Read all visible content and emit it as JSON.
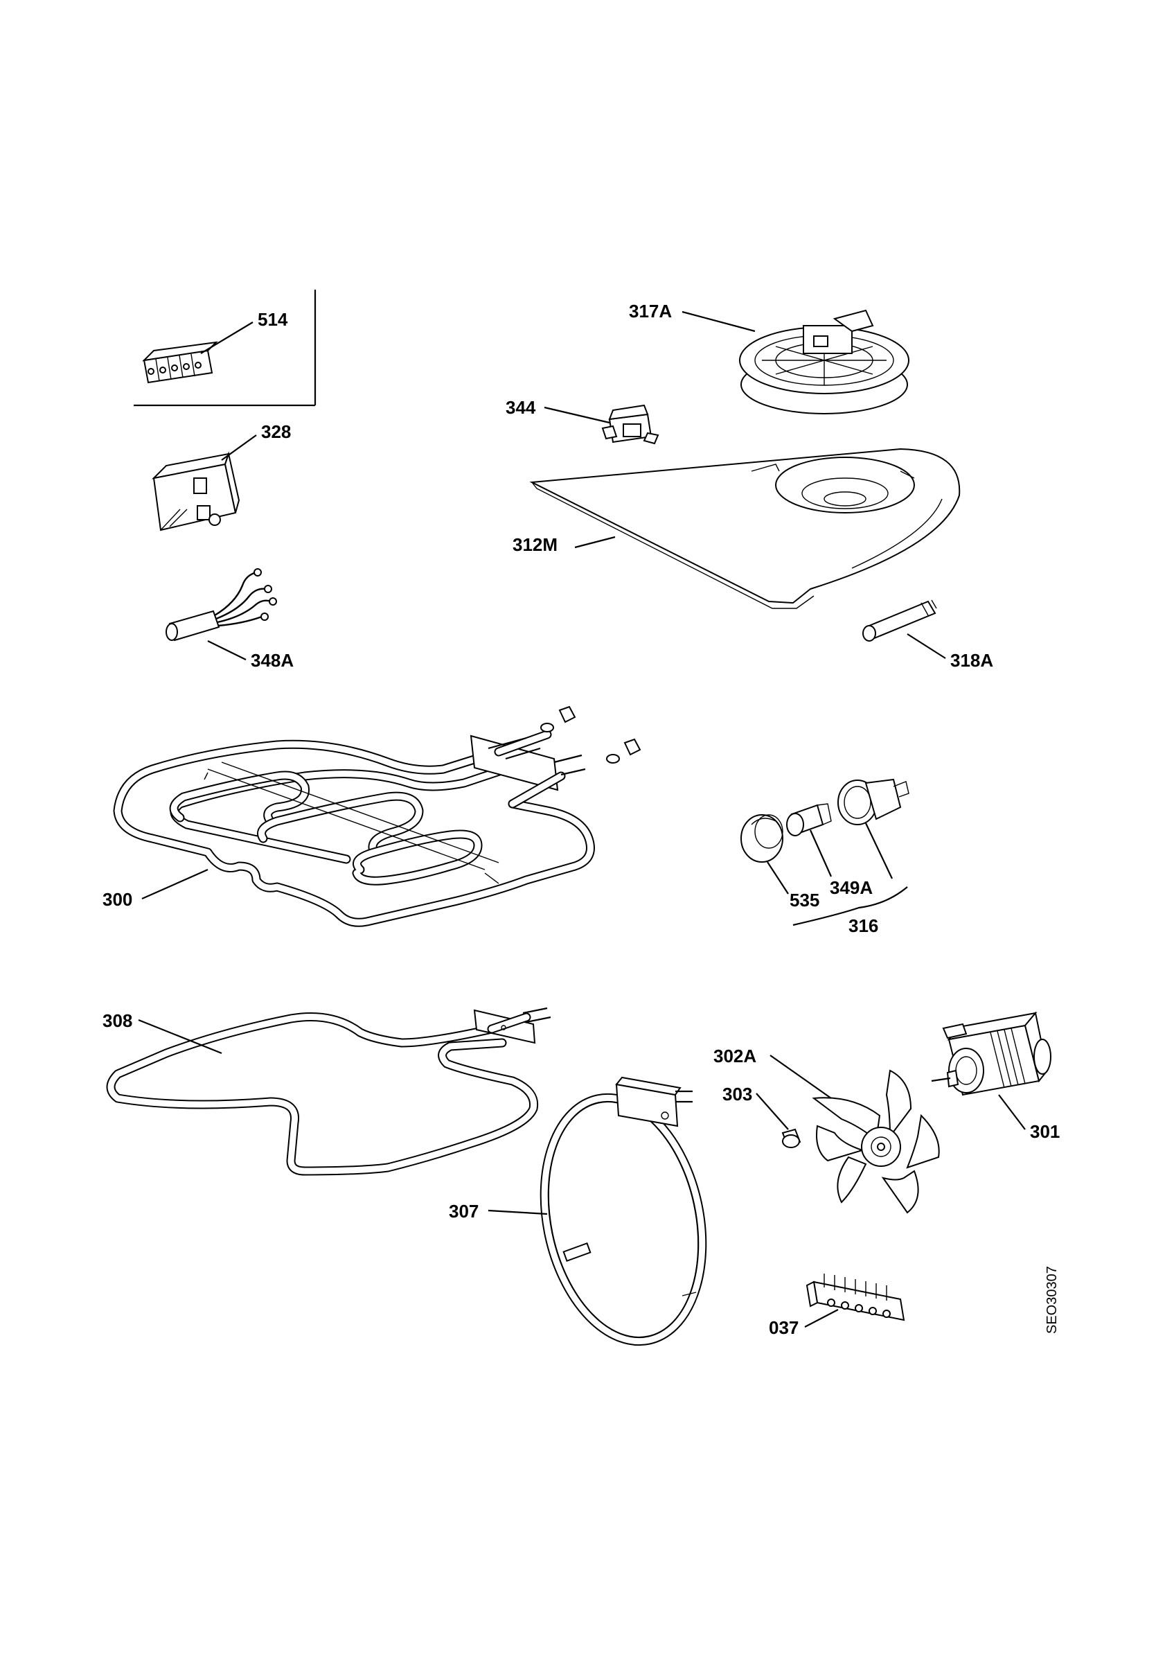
{
  "diagram": {
    "drawing_code": "SEO30307",
    "labels": {
      "l514": "514",
      "l328": "328",
      "l348A": "348A",
      "l317A": "317A",
      "l344": "344",
      "l312M": "312M",
      "l318A": "318A",
      "l300": "300",
      "l535": "535",
      "l349A": "349A",
      "l316": "316",
      "l308": "308",
      "l302A": "302A",
      "l303": "303",
      "l301": "301",
      "l307": "307",
      "l037": "037"
    }
  }
}
